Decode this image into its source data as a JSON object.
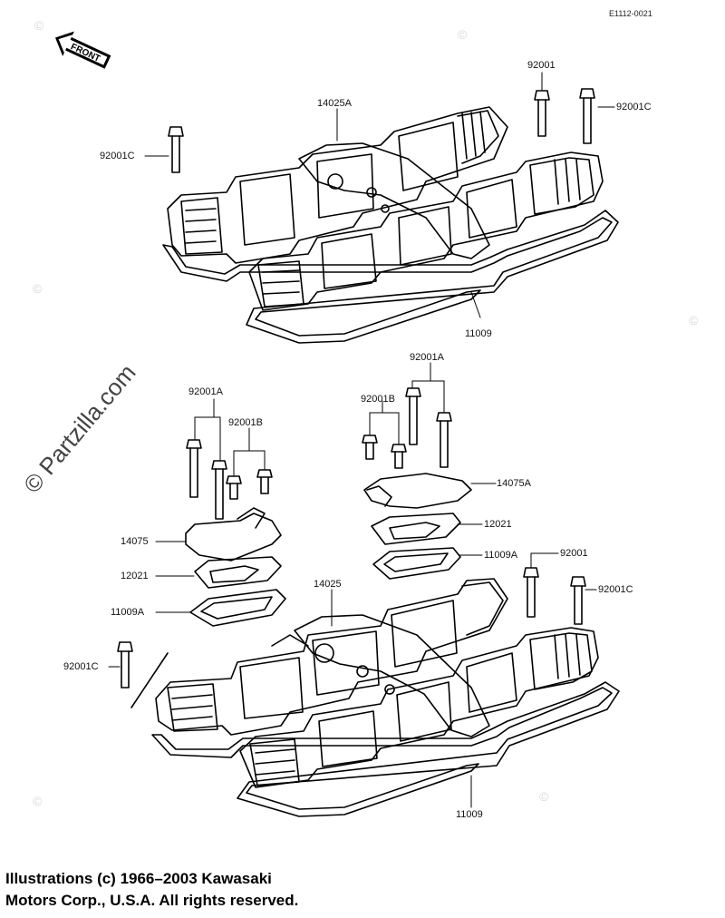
{
  "diagram_code": "E1112-0021",
  "front_label": "FRONT",
  "watermark": "© Partzilla.com",
  "watermark_small": "©",
  "labels": {
    "p92001_top": "92001",
    "p14025A": "14025A",
    "p92001C_top_right": "92001C",
    "p92001C_top_left": "92001C",
    "p11009_top": "11009",
    "p92001A_right": "92001A",
    "p92001A_left": "92001A",
    "p92001B_right": "92001B",
    "p92001B_left": "92001B",
    "p14075A": "14075A",
    "p12021_right": "12021",
    "p11009A_right": "11009A",
    "p92001_lower": "92001",
    "p92001C_lower_right": "92001C",
    "p14075": "14075",
    "p12021_left": "12021",
    "p11009A_left": "11009A",
    "p14025": "14025",
    "p92001C_lower_left": "92001C",
    "p11009_bottom": "11009"
  },
  "copyright_line1": "Illustrations (c) 1966–2003 Kawasaki",
  "copyright_line2": "Motors Corp., U.S.A.  All rights reserved."
}
